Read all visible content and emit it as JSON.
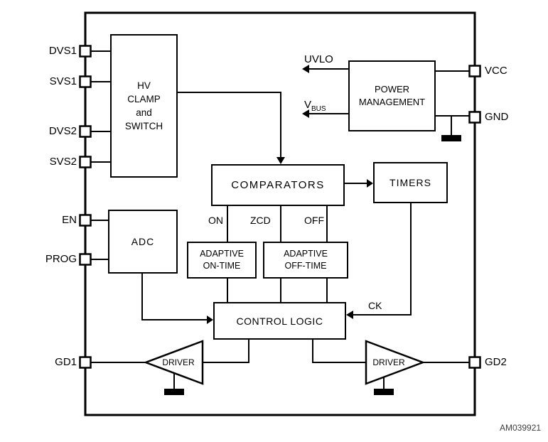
{
  "figure": {
    "code": "AM039921"
  },
  "pins": {
    "left": [
      {
        "label": "DVS1"
      },
      {
        "label": "SVS1"
      },
      {
        "label": "DVS2"
      },
      {
        "label": "SVS2"
      },
      {
        "label": "EN"
      },
      {
        "label": "PROG"
      },
      {
        "label": "GD1"
      }
    ],
    "right": [
      {
        "label": "VCC"
      },
      {
        "label": "GND"
      },
      {
        "label": "GD2"
      }
    ]
  },
  "blocks": {
    "hv_clamp": {
      "lines": [
        "HV",
        "CLAMP",
        "and",
        "SWITCH"
      ]
    },
    "power_management": {
      "lines": [
        "POWER",
        "MANAGEMENT"
      ]
    },
    "comparators": {
      "label": "COMPARATORS"
    },
    "timers": {
      "label": "TIMERS"
    },
    "adc": {
      "label": "ADC"
    },
    "adaptive_on_time": {
      "lines": [
        "ADAPTIVE",
        "ON-TIME"
      ]
    },
    "adaptive_off_time": {
      "lines": [
        "ADAPTIVE",
        "OFF-TIME"
      ]
    },
    "control_logic": {
      "label": "CONTROL LOGIC"
    },
    "driver_left": {
      "label": "DRIVER"
    },
    "driver_right": {
      "label": "DRIVER"
    }
  },
  "signals": {
    "uvlo": "UVLO",
    "vbus_main": "V",
    "vbus_sub": "BUS",
    "on": "ON",
    "zcd": "ZCD",
    "off": "OFF",
    "ck": "CK"
  },
  "colors": {
    "line": "#000000",
    "background": "#ffffff"
  }
}
